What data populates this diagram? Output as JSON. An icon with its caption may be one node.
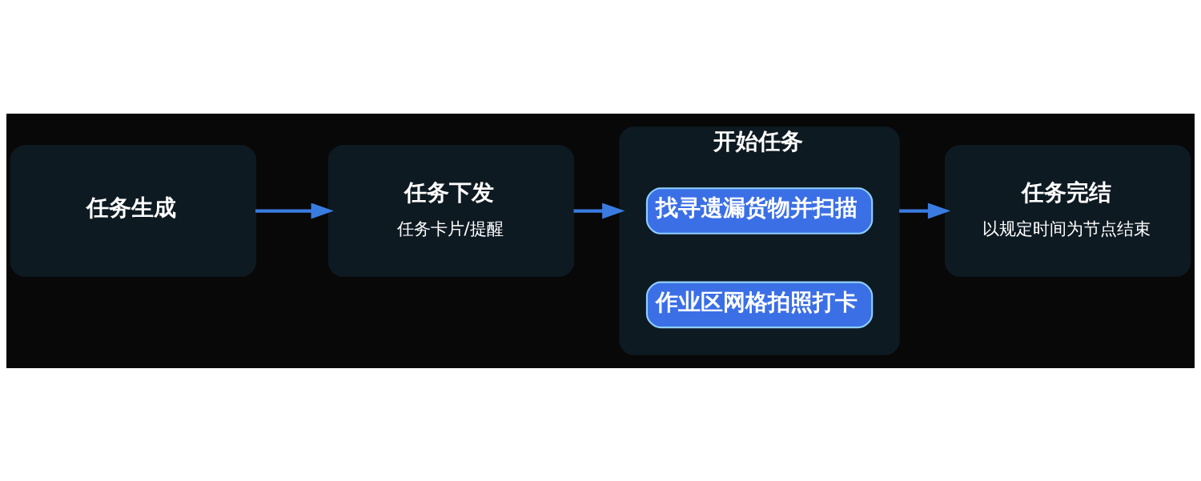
{
  "diagram": {
    "nodes": [
      {
        "text": [
          "任务生成"
        ]
      },
      {
        "text": [
          "任务下发",
          "任务卡片/提醒"
        ]
      },
      {
        "text": [
          "开始任务"
        ]
      },
      {
        "text": [
          "找寻遗漏货物并扫描"
        ],
        "in": 2
      },
      {
        "text": [
          "作业区网格拍照打卡"
        ],
        "in": 2
      },
      {
        "text": [
          "任务完结",
          "以规定时间为节点结束"
        ]
      }
    ],
    "edges": [
      {
        "from": 0,
        "to": 1,
        "arrow": "to"
      },
      {
        "from": 1,
        "to": 2,
        "arrow": "to"
      },
      {
        "from": 2,
        "to": 5,
        "arrow": "to"
      }
    ]
  }
}
